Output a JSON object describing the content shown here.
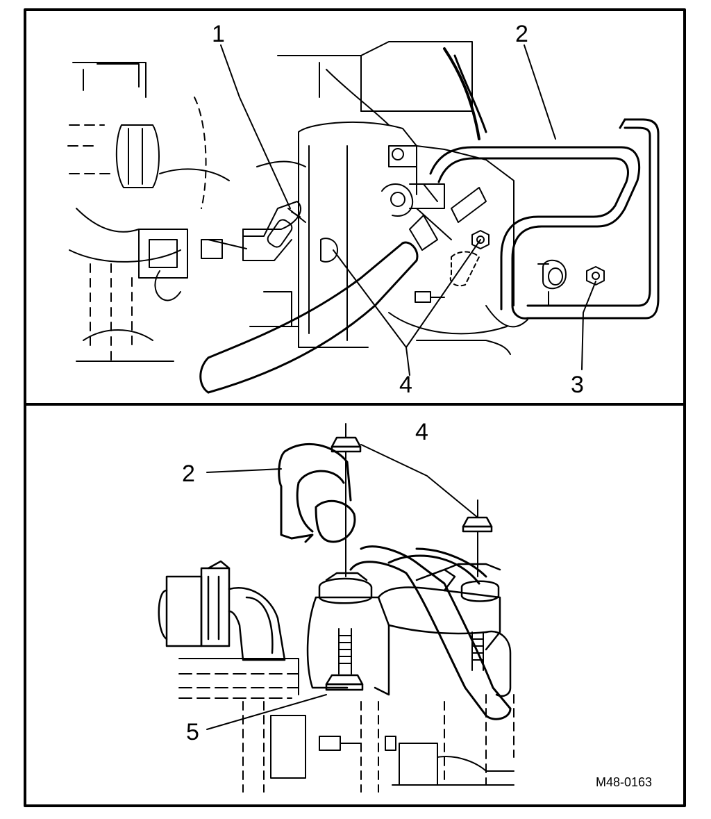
{
  "figure": {
    "reference_code": "M48-0163",
    "top_panel": {
      "callouts": [
        "1",
        "2",
        "3",
        "4"
      ]
    },
    "bottom_panel": {
      "callouts": [
        "2",
        "4",
        "5"
      ]
    }
  }
}
